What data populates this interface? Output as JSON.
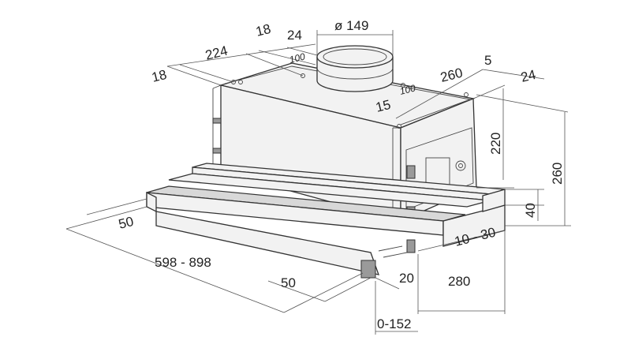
{
  "drawing": {
    "dimensions": {
      "duct_diameter": "ø 149",
      "d18_top": "18",
      "d224": "224",
      "d24_top": "24",
      "d100_left": "100",
      "d18_left": "18",
      "d100_right": "100",
      "d15": "15",
      "d260_top": "260",
      "d5": "5",
      "d24_right": "24",
      "d220": "220",
      "d260_right": "260",
      "d40": "40",
      "d50_left": "50",
      "d598_898": "598 - 898",
      "d10_30": "10 - 30",
      "d50_bottom": "50",
      "d20": "20",
      "d280": "280",
      "d0_152": "0-152"
    },
    "colors": {
      "line": "#333333",
      "shade": "#d8d8d8"
    }
  }
}
